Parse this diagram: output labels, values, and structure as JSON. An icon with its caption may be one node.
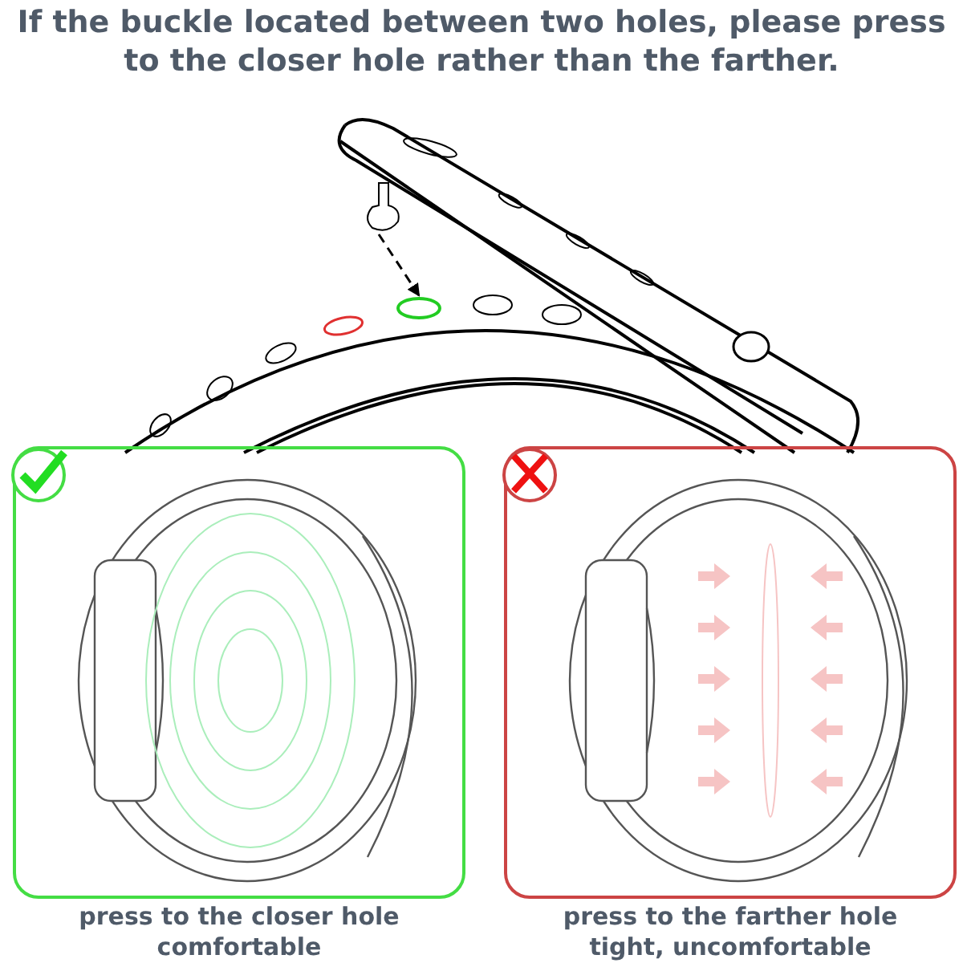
{
  "diagram": {
    "title": "If the buckle located between two holes, please press to the closer hole rather than the farther.",
    "nodes": [
      {
        "text": [],
        "shape": "picture"
      },
      {
        "text": [],
        "shape": "circle"
      },
      {
        "text": [],
        "shape": "box",
        "beside": [
          "press to the closer hole",
          "comfortable"
        ]
      },
      {
        "text": [],
        "shape": "box",
        "beside": [
          "press to the farther hole",
          "tight, uncomfortable"
        ]
      }
    ],
    "edges": [
      {
        "from": 0,
        "to": 1,
        "arrow": "to",
        "style": "dashed"
      }
    ]
  }
}
